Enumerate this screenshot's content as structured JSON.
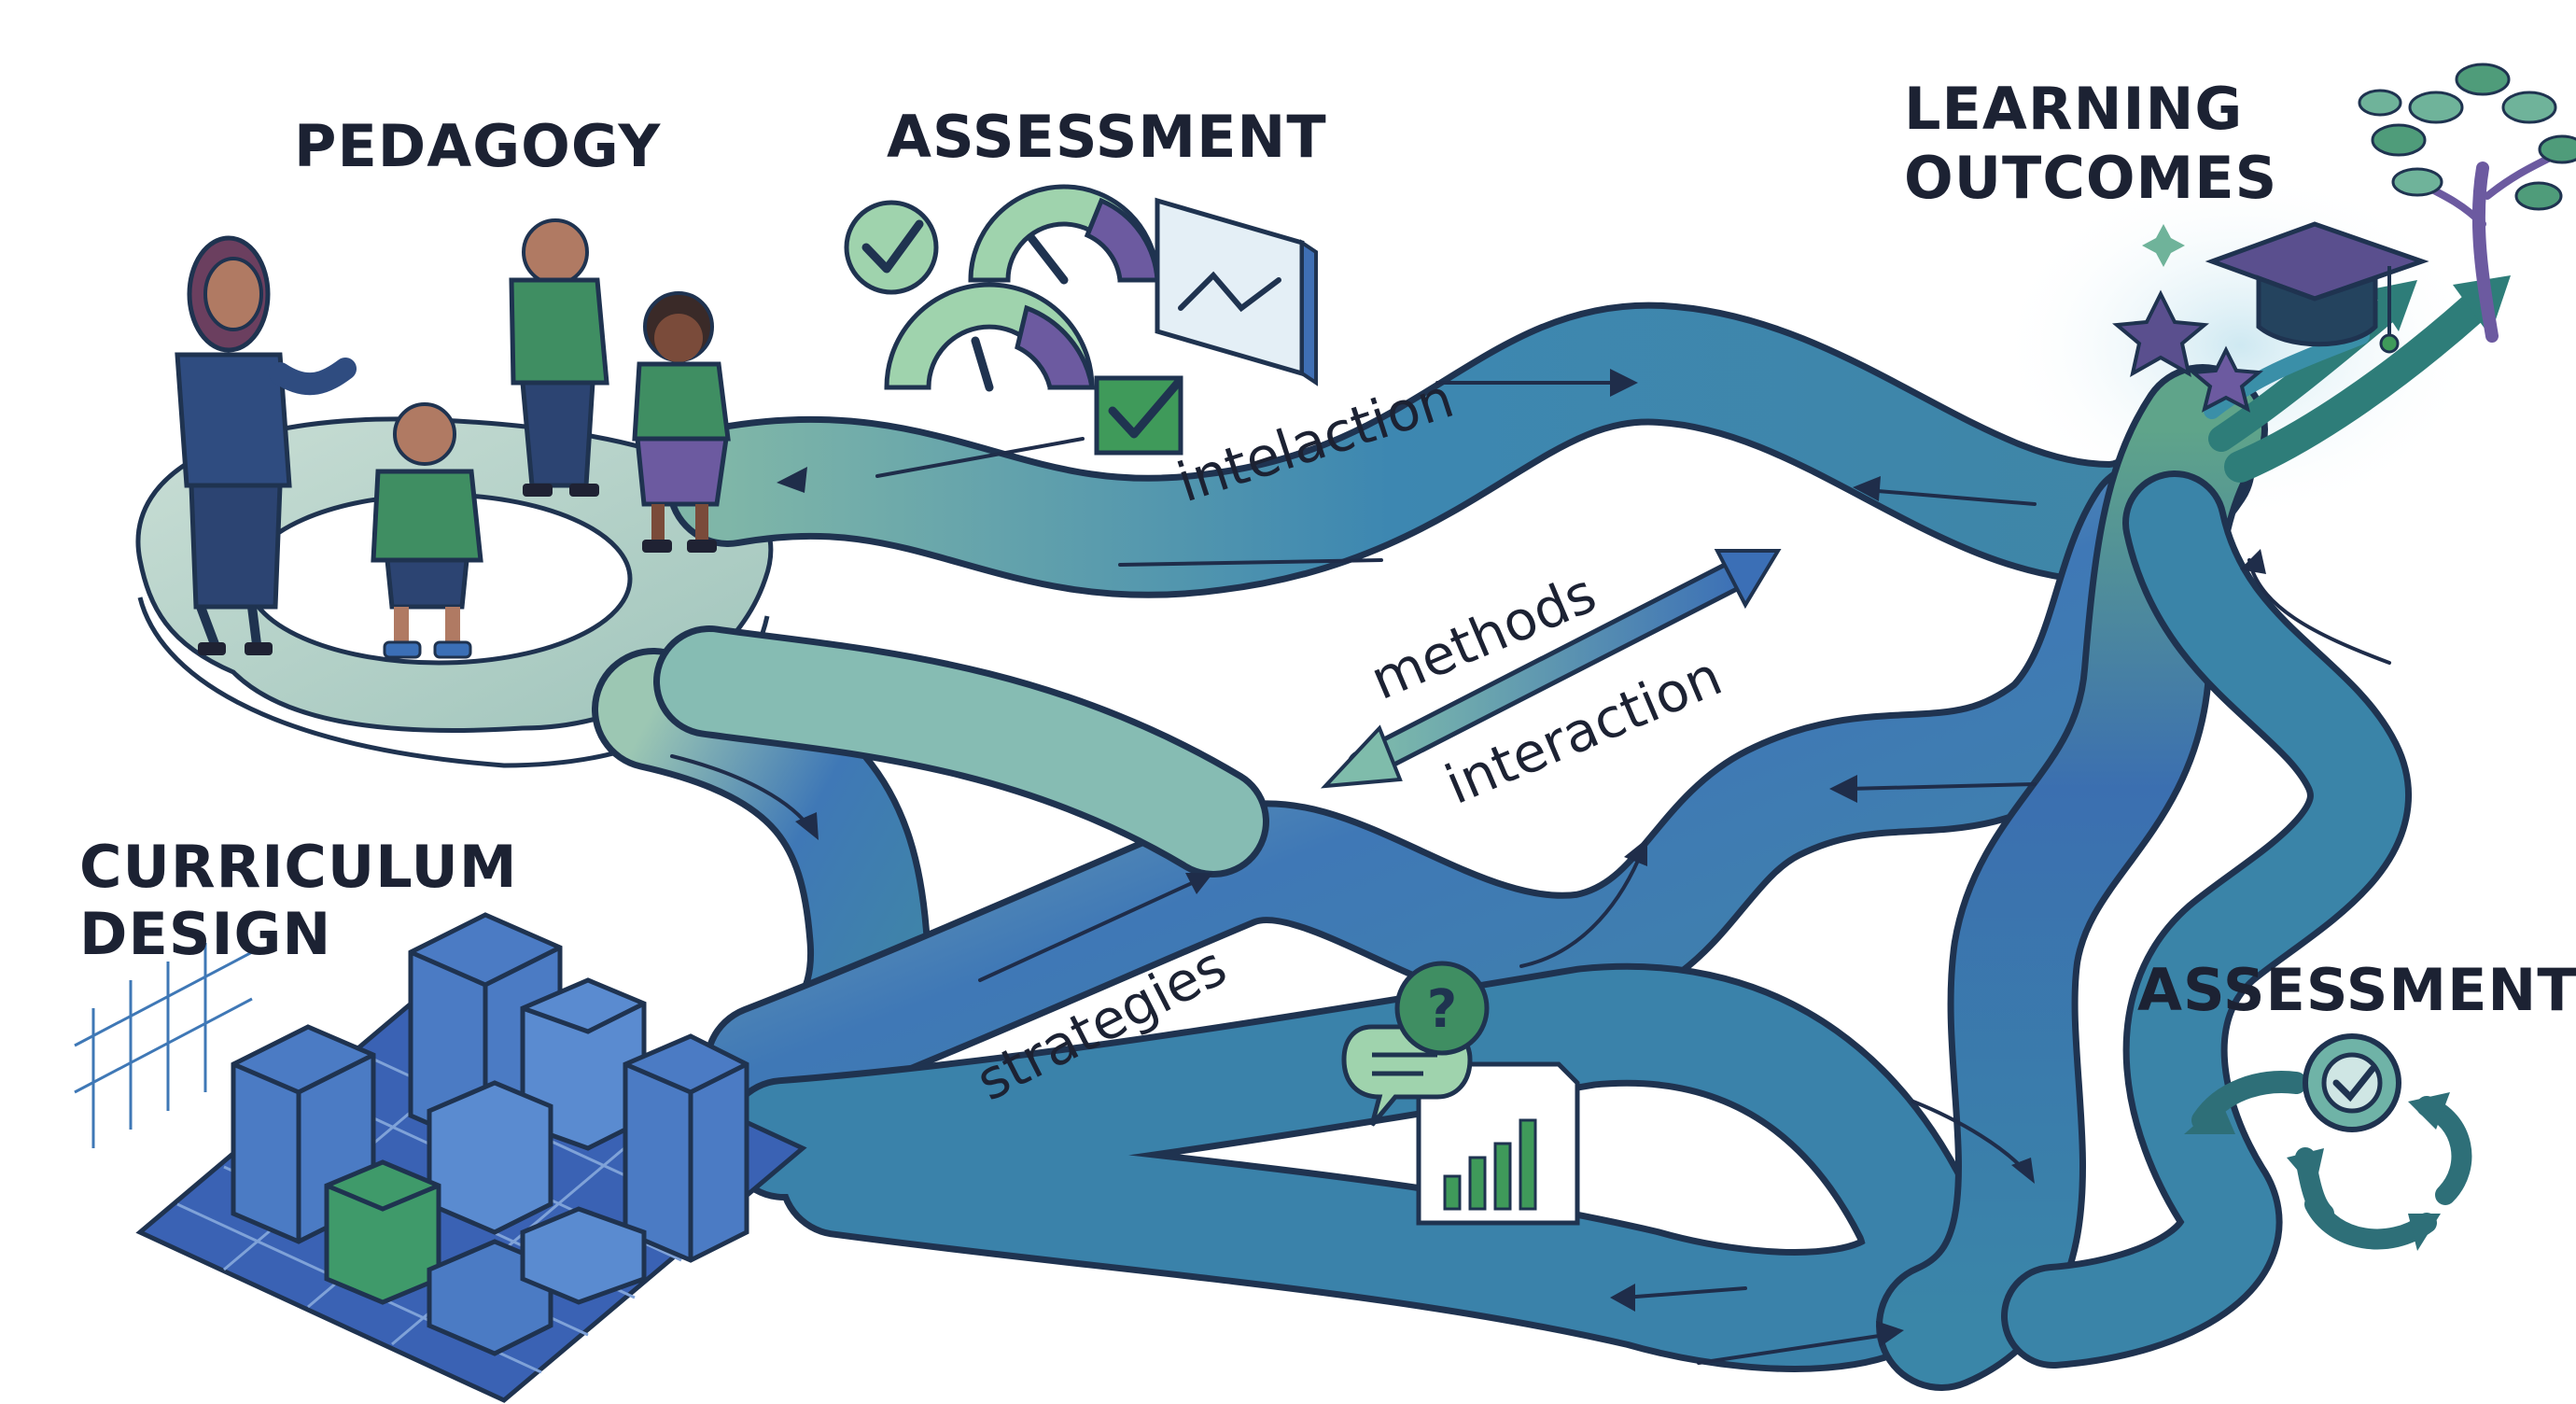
{
  "headings": {
    "pedagogy": "PEDAGOGY",
    "assessment_top": "ASSESSMENT",
    "learning_outcomes_line1": "LEARNING",
    "learning_outcomes_line2": "OUTCOMES",
    "curriculum_line1": "CURRICULUM",
    "curriculum_line2": "DESIGN",
    "assessment_right": "ASSESSMENT"
  },
  "flow_labels": {
    "interaction_top": "intelaction",
    "methods": "methods",
    "interaction_mid": "interaction",
    "strategies": "strategies"
  },
  "colors": {
    "river_teal": "#3b8fb2",
    "river_blue": "#3f6fb4",
    "river_green": "#6fb39a",
    "outline": "#1f3350",
    "check_green": "#3f9a5a",
    "purple": "#6c5aa0"
  },
  "icons": [
    "check-circle-icon",
    "gauge-icon",
    "line-chart-icon",
    "checkbox-icon",
    "graduation-cap-icon",
    "star-icon",
    "tree-icon",
    "speech-bubble-icon",
    "bar-chart-icon",
    "cycle-arrows-icon",
    "building-blocks-icon",
    "people-icon"
  ]
}
